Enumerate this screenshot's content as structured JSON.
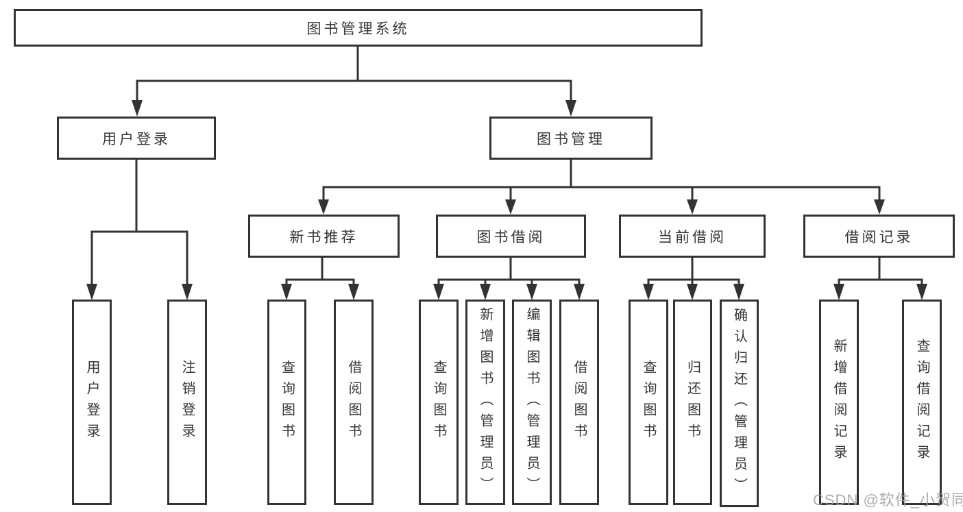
{
  "diagram": {
    "type": "hierarchy-tree",
    "colors": {
      "line": "#333333",
      "box_border": "#333333",
      "box_fill": "#ffffff",
      "text": "#363636",
      "background": "#ffffff",
      "watermark": "#9e9e9e"
    },
    "nodes": {
      "root": "图书管理系统",
      "user_login": "用户登录",
      "book_mgmt": "图书管理",
      "new_book_rec": "新书推荐",
      "book_borrow": "图书借阅",
      "current_borrow": "当前借阅",
      "borrow_record": "借阅记录"
    },
    "leaves": {
      "user_login_login": "用户登录",
      "user_login_logout": "注销登录",
      "rec_query_book": "查询图书",
      "rec_borrow_book": "借阅图书",
      "bb_query_book": "查询图书",
      "bb_add_book": "新增图书（管理员）",
      "bb_edit_book": "编辑图书（管理员）",
      "bb_borrow_book": "借阅图书",
      "cb_query_book": "查询图书",
      "cb_return_book": "归还图书",
      "cb_confirm_return": "确认归还（管理员）",
      "br_add_record": "新增借阅记录",
      "br_query_record": "查询借阅记录"
    },
    "edges": [
      {
        "from": "root",
        "to": [
          "user_login",
          "book_mgmt"
        ]
      },
      {
        "from": "user_login",
        "to": [
          "user_login_login",
          "user_login_logout"
        ]
      },
      {
        "from": "book_mgmt",
        "to": [
          "new_book_rec",
          "book_borrow",
          "current_borrow",
          "borrow_record"
        ]
      },
      {
        "from": "new_book_rec",
        "to": [
          "rec_query_book",
          "rec_borrow_book"
        ]
      },
      {
        "from": "book_borrow",
        "to": [
          "bb_query_book",
          "bb_add_book",
          "bb_edit_book",
          "bb_borrow_book"
        ]
      },
      {
        "from": "current_borrow",
        "to": [
          "cb_query_book",
          "cb_return_book",
          "cb_confirm_return"
        ]
      },
      {
        "from": "borrow_record",
        "to": [
          "br_add_record",
          "br_query_record"
        ]
      }
    ]
  },
  "watermark": "CSDN @软件_小贺同学"
}
